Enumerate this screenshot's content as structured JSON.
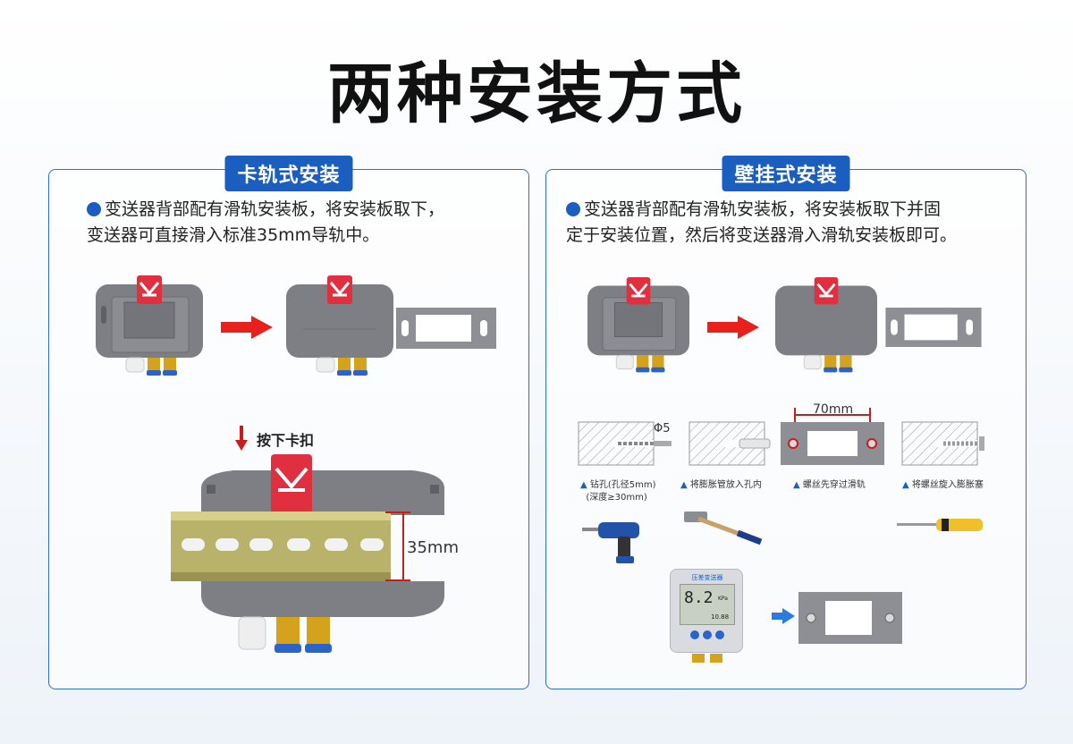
{
  "page": {
    "title": "两种安装方式"
  },
  "rail_mount": {
    "badge": "卡轨式安装",
    "desc_line1": "变送器背部配有滑轨安装板，将安装板取下，",
    "desc_line2": "变送器可直接滑入标准35mm导轨中。",
    "press_label": "按下卡扣",
    "rail_width_label": "35mm"
  },
  "wall_mount": {
    "badge": "壁挂式安装",
    "desc_line1": "变送器背部配有滑轨安装板，将安装板取下并固",
    "desc_line2": "定于安装位置，然后将变送器滑入滑轨安装板即可。",
    "drill_dia_label": "Φ5",
    "hole_spacing_label": "70mm",
    "steps": [
      {
        "line1": "钻孔(孔径5mm)",
        "line2": "(深度≥30mm)"
      },
      {
        "line1": "将膨胀管放入孔内",
        "line2": ""
      },
      {
        "line1": "螺丝先穿过滑轨",
        "line2": ""
      },
      {
        "line1": "将螺丝旋入膨胀塞",
        "line2": ""
      }
    ],
    "device": {
      "header": "压差变送器",
      "reading": "8.2",
      "unit": "KPa",
      "sub_reading": "10.88"
    }
  },
  "colors": {
    "accent": "#1a5fc0",
    "arrow": "#e8211d",
    "device": "#7d7f85",
    "clip": "#e03040"
  }
}
